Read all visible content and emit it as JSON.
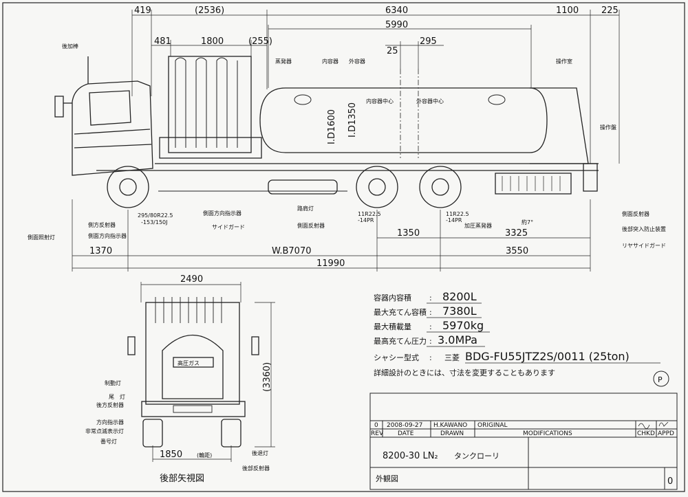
{
  "top_dims": [
    "419",
    "(2536)",
    "6340",
    "1100",
    "225",
    "5990",
    "481",
    "1800",
    "(255)",
    "25",
    "295"
  ],
  "vertical_dims": [
    "I.D1600",
    "I.D1350"
  ],
  "bottom_dims": [
    "1350",
    "3325",
    "1370",
    "W.B7070",
    "3550",
    "11990"
  ],
  "side_labels": {
    "aerial": "後加棒",
    "evaporator": "蒸発器",
    "inner_vessel": "内容器",
    "outer_vessel": "外容器",
    "cab": "操作室",
    "inner_center": "内容器中心",
    "outer_center": "外容器中心",
    "control_box": "操作盤",
    "tire_front": "295/80R22.5\n-153/150J",
    "side_marker": "側面方向指示器",
    "side_guard": "サイドガード",
    "lane_lamp": "路肩灯",
    "side_reflector": "側面反射器",
    "tire_rear1": "11R22.5\n-14PR",
    "tire_rear2": "11R22.5\n-14PR",
    "pressure_evap": "加圧蒸発器",
    "angle": "約7°",
    "rear_reflector_r": "側面反射器",
    "rear_underrun": "後部突入防止装置",
    "rear_side_guard": "リヤサイドガード",
    "side_light": "側面照射灯",
    "side_reflector_l": "側方反射器",
    "side_marker_l": "側面方向指示器"
  },
  "rear": {
    "width_dim": "2490",
    "height_dim": "(3360)",
    "track_dim": "1850",
    "track_note": "(輪距)",
    "title": "後部矢視図",
    "badge": "高圧ガス",
    "labels_left": [
      "制動灯",
      "尾　灯",
      "後方反射器",
      "方向指示器",
      "非常点滅表示灯",
      "番号灯"
    ],
    "labels_right": [
      "後退灯",
      "後部反射器"
    ]
  },
  "specs": [
    {
      "key": "容器内容積",
      "value": "8200L"
    },
    {
      "key": "最大充てん容積",
      "value": "7380L"
    },
    {
      "key": "最大積載量",
      "value": "5970kg"
    },
    {
      "key": "最高充てん圧力",
      "value": "3.0MPa"
    }
  ],
  "chassis": {
    "key": "シャシー型式",
    "maker": "三菱",
    "model": "BDG-FU55JTZ2S/0011 (25ton)"
  },
  "note": "詳細設計のときには、寸法を変更することもあります",
  "stamp": "P",
  "title_block": {
    "rev_row": {
      "rev": "0",
      "date": "2008-09-27",
      "drawn": "H.KAWANO",
      "mod": "ORIGINAL"
    },
    "headers": {
      "rev": "REV",
      "date": "DATE",
      "drawn": "DRAWN",
      "mods": "MODIFICATIONS",
      "chkd": "CHKD",
      "appd": "APPD"
    },
    "drawing_no": "8200-30 LN₂",
    "drawing_name": "タンクローリ",
    "subtitle": "外観図",
    "rev_no": "0"
  }
}
